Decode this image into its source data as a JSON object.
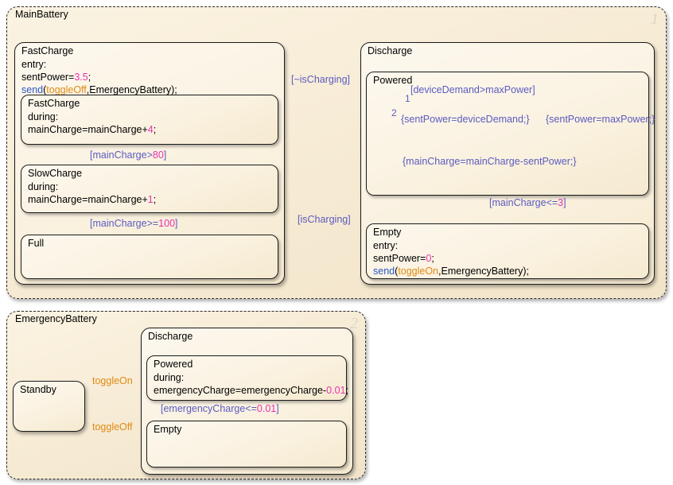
{
  "charts": [
    {
      "name": "MainBattery",
      "corner_number": "1",
      "states": {
        "fastcharge_super": {
          "title": "FastCharge",
          "lines": [
            "entry:",
            "sentPower=3.5;",
            "send(toggleOff,EmergencyBattery);"
          ],
          "entry_keyword": "entry:",
          "sentpower_value": "3.5",
          "send_keyword": "send",
          "send_event": "toggleOff",
          "send_target": "EmergencyBattery"
        },
        "fastcharge_sub": {
          "title": "FastCharge",
          "during_keyword": "during:",
          "action": "mainCharge=mainCharge+",
          "action_value": "4",
          "action_tail": ";"
        },
        "slowcharge": {
          "title": "SlowCharge",
          "during_keyword": "during:",
          "action": "mainCharge=mainCharge+",
          "action_value": "1",
          "action_tail": ";"
        },
        "full": {
          "title": "Full"
        },
        "discharge": {
          "title": "Discharge"
        },
        "powered": {
          "title": "Powered"
        },
        "empty": {
          "title": "Empty",
          "entry_keyword": "entry:",
          "sentpower_label": "sentPower=",
          "sentpower_value": "0",
          "sentpower_tail": ";",
          "send_keyword": "send",
          "send_event": "toggleOn",
          "send_target": "EmergencyBattery"
        }
      },
      "transitions": {
        "fast_to_slow": {
          "label_prefix": "[mainCharge>",
          "label_value": "80",
          "label_suffix": "]"
        },
        "slow_to_full": {
          "label_prefix": "[mainCharge>=",
          "label_value": "100",
          "label_suffix": "]"
        },
        "charge_to_discharge": {
          "label": "[~isCharging]"
        },
        "discharge_to_charge": {
          "label": "[isCharging]"
        },
        "powered_to_empty": {
          "label_prefix": "[mainCharge<=",
          "label_value": "3",
          "label_suffix": "]"
        }
      },
      "junction_flow": {
        "cond_top": "[deviceDemand>maxPower]",
        "branch1_num": "1",
        "branch2_num": "2",
        "action_left": "{sentPower=deviceDemand;}",
        "action_right": "{sentPower=maxPower;}",
        "action_bottom": "{mainCharge=mainCharge-sentPower;}"
      }
    },
    {
      "name": "EmergencyBattery",
      "corner_number": "2",
      "states": {
        "standby": {
          "title": "Standby"
        },
        "discharge": {
          "title": "Discharge"
        },
        "powered": {
          "title": "Powered",
          "during_keyword": "during:",
          "action": "emergencyCharge=emergencyCharge-",
          "action_value": "0.01",
          "action_tail": ";"
        },
        "empty": {
          "title": "Empty"
        }
      },
      "transitions": {
        "standby_to_discharge": {
          "label": "toggleOn"
        },
        "discharge_to_standby": {
          "label": "toggleOff"
        },
        "powered_to_empty": {
          "label_prefix": "[emergencyCharge<=",
          "label_value": "0.01",
          "label_suffix": "]"
        }
      }
    }
  ],
  "colors": {
    "chart_fill": "#f7ecd7",
    "state_fill": "#fbf3e3",
    "border": "#1b1b1b",
    "wire": "#5b5bc0",
    "default_transition_dot": "#3b3b9e",
    "junction_ring": "#c8862a",
    "number_literal": "#e832b0",
    "event_name": "#e08a14",
    "send_keyword": "#2a56c6",
    "corner_number": "#ded5c2"
  }
}
